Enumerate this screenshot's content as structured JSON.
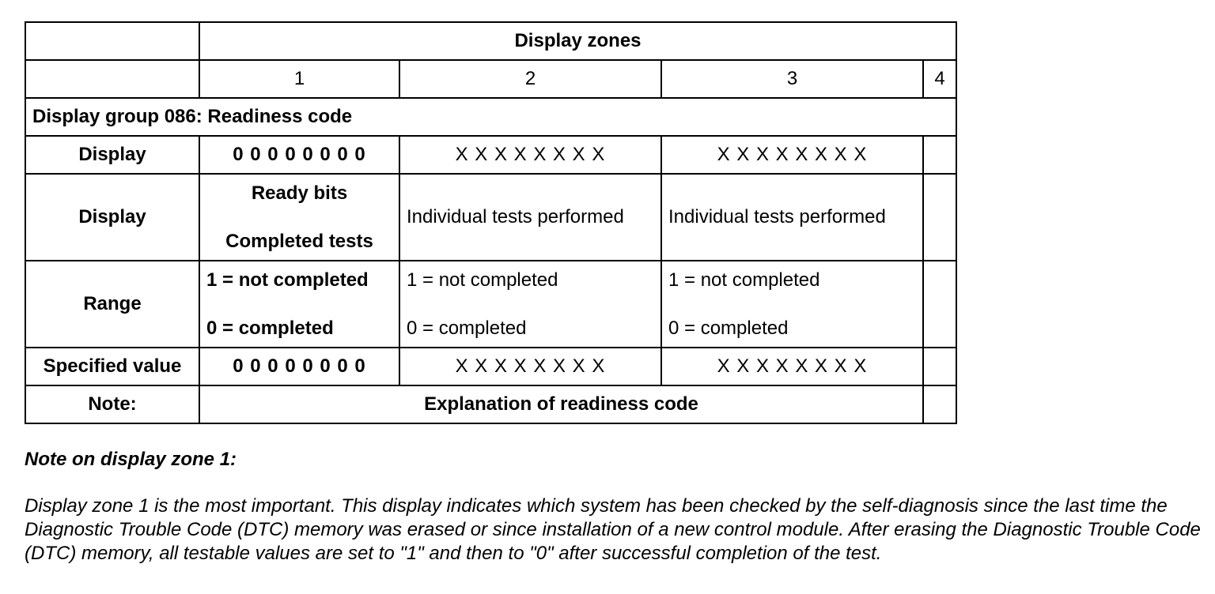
{
  "table": {
    "header_title": "Display zones",
    "zone_numbers": [
      "1",
      "2",
      "3",
      "4"
    ],
    "group_title": "Display group 086: Readiness code",
    "rows": {
      "display_value": {
        "label": "Display",
        "zone1": "0 0 0 0 0 0 0 0",
        "zone2": "X X X X X X X X",
        "zone3": "X X X X X X X X",
        "zone4": ""
      },
      "display_meaning": {
        "label": "Display",
        "zone1_line1": "Ready bits",
        "zone1_line2": "Completed tests",
        "zone2": "Individual tests performed",
        "zone3": "Individual tests performed",
        "zone4": ""
      },
      "range": {
        "label": "Range",
        "zone1_line1": "1 = not completed",
        "zone1_line2": "0 = completed",
        "zone2_line1": "1 = not completed",
        "zone2_line2": "0 = completed",
        "zone3_line1": "1 = not completed",
        "zone3_line2": "0 = completed",
        "zone4": ""
      },
      "specified_value": {
        "label": "Specified value",
        "zone1": "0 0 0 0 0 0 0 0",
        "zone2": "X X X X X X X X",
        "zone3": "X X X X X X X X",
        "zone4": ""
      },
      "note": {
        "label": "Note:",
        "text": "Explanation of readiness code",
        "zone4": ""
      }
    }
  },
  "note_section": {
    "title": "Note on display zone 1:",
    "body": "Display zone 1 is the most important. This display indicates which system has been checked by the self-diagnosis since the last time the Diagnostic Trouble Code (DTC) memory was erased or since installation of a new control module. After erasing the Diagnostic Trouble Code (DTC) memory, all testable values are set to \"1\" and then to \"0\" after successful completion of the test."
  }
}
